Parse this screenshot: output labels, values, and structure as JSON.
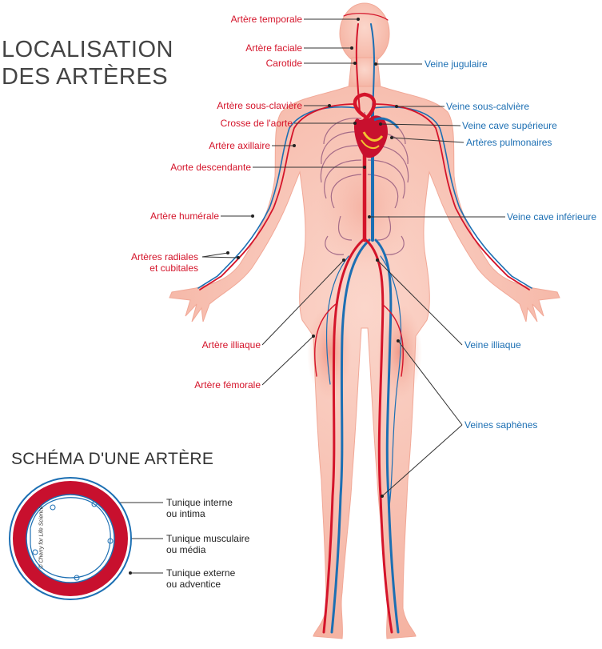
{
  "title": {
    "line1": "LOCALISATION",
    "line2": "DES ARTÈRES"
  },
  "labels_left": [
    "Artère temporale",
    "Artère faciale",
    "Carotide",
    "Artère sous-clavière",
    "Crosse de l'aorte",
    "Artère axillaire",
    "Aorte descendante",
    "Artère humérale",
    "Artères radiales",
    "et cubitales",
    "Artère illiaque",
    "Artère fémorale"
  ],
  "labels_right": [
    "Veine jugulaire",
    "Veine sous-calvière",
    "Veine cave supérieure",
    "Artères pulmonaires",
    "Veine cave inférieure",
    "Veine illiaque",
    "Veines saphènes"
  ],
  "schema": {
    "title": "SCHÉMA D'UNE ARTÈRE",
    "layers": [
      "Tunique interne",
      "ou intima",
      "Tunique musculaire",
      "ou média",
      "Tunique externe",
      "ou adventice"
    ]
  },
  "credit": "© Cherry for Life Science",
  "colors": {
    "artery": "#d4142a",
    "vein": "#1c6fb3",
    "skin": "#f7c2b3",
    "text": "#444444"
  }
}
